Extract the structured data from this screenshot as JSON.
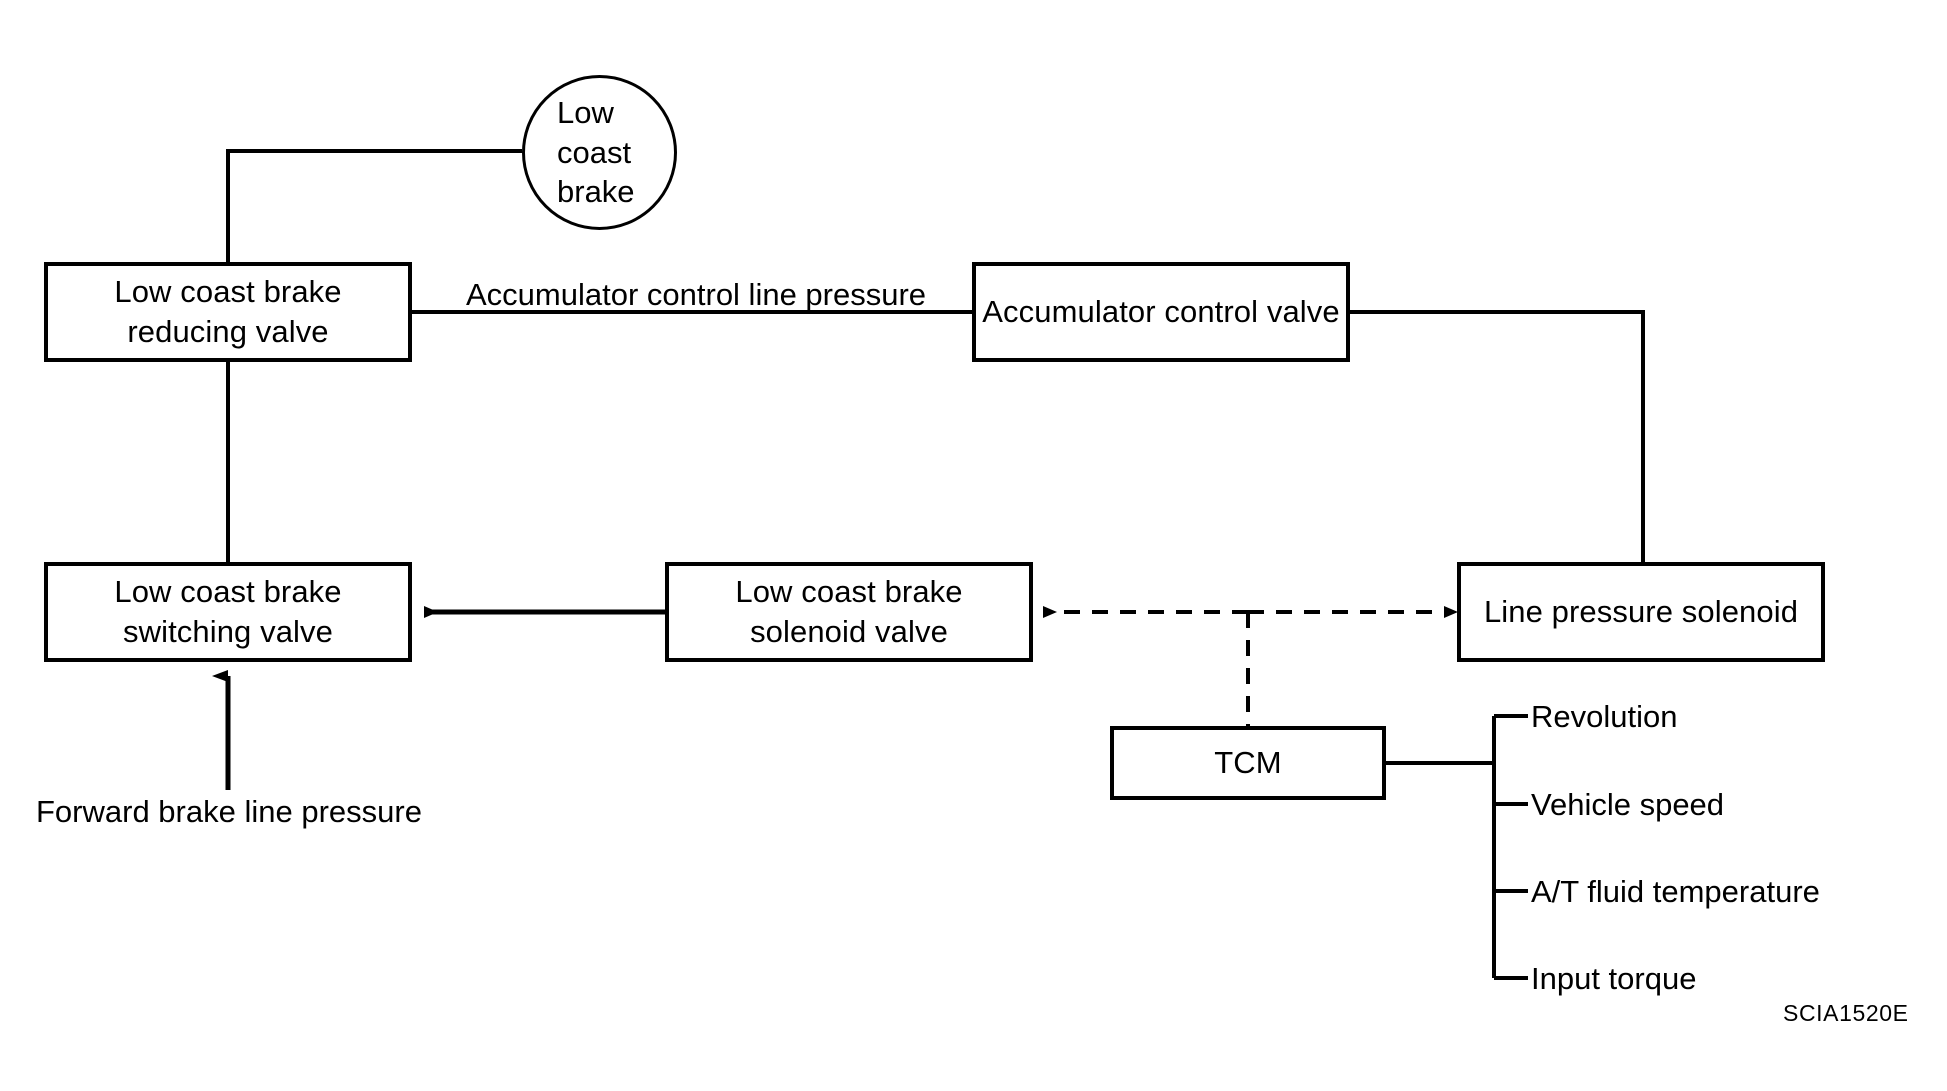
{
  "figure": {
    "code": "SCIA1520E",
    "type": "block-diagram",
    "domain": "automotive-hydraulic-control-circuit"
  },
  "nodes": {
    "low_coast_brake_circle": {
      "label_line1": "Low coast",
      "label_line2": "brake",
      "shape": "circle"
    },
    "low_coast_brake_reducing_valve": {
      "label_line1": "Low coast brake",
      "label_line2": "reducing valve",
      "shape": "rect"
    },
    "accumulator_control_valve": {
      "label_line1": "Accumulator control valve",
      "shape": "rect"
    },
    "low_coast_brake_switching_valve": {
      "label_line1": "Low coast brake",
      "label_line2": "switching valve",
      "shape": "rect"
    },
    "low_coast_brake_solenoid_valve": {
      "label_line1": "Low coast brake",
      "label_line2": "solenoid valve",
      "shape": "rect"
    },
    "line_pressure_solenoid": {
      "label_line1": "Line pressure solenoid",
      "shape": "rect"
    },
    "tcm": {
      "label_line1": "TCM",
      "shape": "rect"
    }
  },
  "labels": {
    "accumulator_control_line_pressure": "Accumulator control line pressure",
    "forward_brake_line_pressure": "Forward brake line pressure"
  },
  "tcm_inputs": [
    {
      "label": "Revolution"
    },
    {
      "label": "Vehicle speed"
    },
    {
      "label": "A/T fluid temperature"
    },
    {
      "label": "Input torque"
    }
  ],
  "colors": {
    "stroke": "#000000",
    "background": "#ffffff",
    "text": "#000000"
  }
}
